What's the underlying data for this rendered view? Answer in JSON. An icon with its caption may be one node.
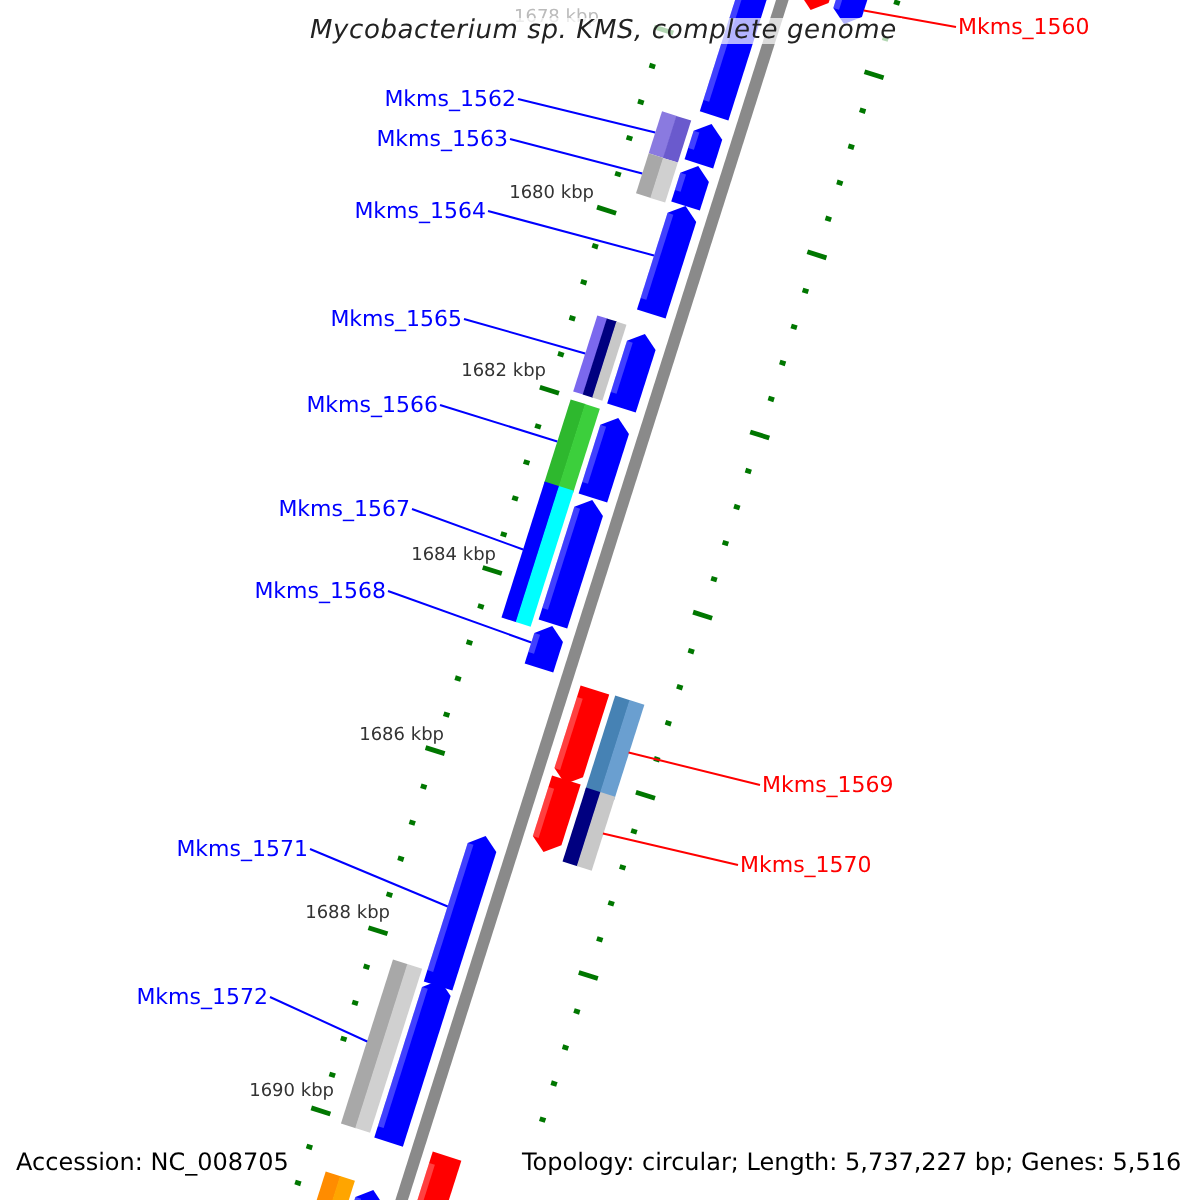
{
  "diagram": {
    "title": "Mycobacterium sp. KMS, complete genome",
    "nodes": [
      {
        "text": [
          "Mkms_1560"
        ]
      },
      {
        "text": [],
        "shape": "arrow"
      },
      {
        "text": [
          "Mkms_1562"
        ]
      },
      {
        "text": [],
        "shape": "bar"
      },
      {
        "text": [
          "Mkms_1563"
        ]
      },
      {
        "text": [],
        "shape": "bar"
      },
      {
        "text": [
          "Mkms_1564"
        ]
      },
      {
        "text": [],
        "shape": "arrow"
      },
      {
        "text": [
          "Mkms_1565"
        ]
      },
      {
        "text": [],
        "shape": "bar"
      },
      {
        "text": [
          "Mkms_1566"
        ]
      },
      {
        "text": [],
        "shape": "bar"
      },
      {
        "text": [
          "Mkms_1567"
        ]
      },
      {
        "text": [],
        "shape": "bar"
      },
      {
        "text": [
          "Mkms_1568"
        ]
      },
      {
        "text": [],
        "shape": "arrow"
      },
      {
        "text": [
          "Mkms_1569"
        ]
      },
      {
        "text": [],
        "shape": "bar"
      },
      {
        "text": [
          "Mkms_1570"
        ]
      },
      {
        "text": [],
        "shape": "bar"
      },
      {
        "text": [
          "Mkms_1571"
        ]
      },
      {
        "text": [],
        "shape": "arrow"
      },
      {
        "text": [
          "Mkms_1572"
        ]
      },
      {
        "text": [],
        "shape": "bar"
      },
      {
        "text": [],
        "shape": "arrow"
      },
      {
        "text": [],
        "shape": "arrow"
      },
      {
        "text": [],
        "shape": "arrow"
      },
      {
        "text": [],
        "shape": "arrow"
      },
      {
        "text": [],
        "shape": "arrow"
      },
      {
        "text": [],
        "shape": "arrow"
      },
      {
        "text": [],
        "shape": "arrow"
      },
      {
        "text": [],
        "shape": "arrow"
      },
      {
        "text": [],
        "shape": "arrow"
      },
      {
        "text": [],
        "shape": "arrow"
      },
      {
        "text": [],
        "shape": "arrow"
      },
      {
        "text": [],
        "shape": "bar"
      },
      {
        "text": [],
        "shape": "arrow"
      }
    ],
    "edges": [
      {
        "from": 0,
        "to": 1,
        "arrow": "none",
        "color": "#ff0000"
      },
      {
        "from": 2,
        "to": 3,
        "arrow": "none"
      },
      {
        "from": 4,
        "to": 5,
        "arrow": "none"
      },
      {
        "from": 6,
        "to": 7,
        "arrow": "none"
      },
      {
        "from": 8,
        "to": 9,
        "arrow": "none"
      },
      {
        "from": 10,
        "to": 11,
        "arrow": "none"
      },
      {
        "from": 12,
        "to": 13,
        "arrow": "none"
      },
      {
        "from": 14,
        "to": 15,
        "arrow": "none"
      },
      {
        "from": 16,
        "to": 17,
        "arrow": "none",
        "color": "#ff0000"
      },
      {
        "from": 18,
        "to": 19,
        "arrow": "none",
        "color": "#ff0000"
      },
      {
        "from": 20,
        "to": 21,
        "arrow": "none"
      },
      {
        "from": 22,
        "to": 23,
        "arrow": "none"
      }
    ],
    "labels": [
      "1678 kbp",
      "1680 kbp",
      "1682 kbp",
      "1684 kbp",
      "1686 kbp",
      "1688 kbp",
      "1690 kbp",
      "Accession: NC_008705",
      "Topology: circular; Length: 5,737,227 bp; Genes: 5,516"
    ]
  }
}
